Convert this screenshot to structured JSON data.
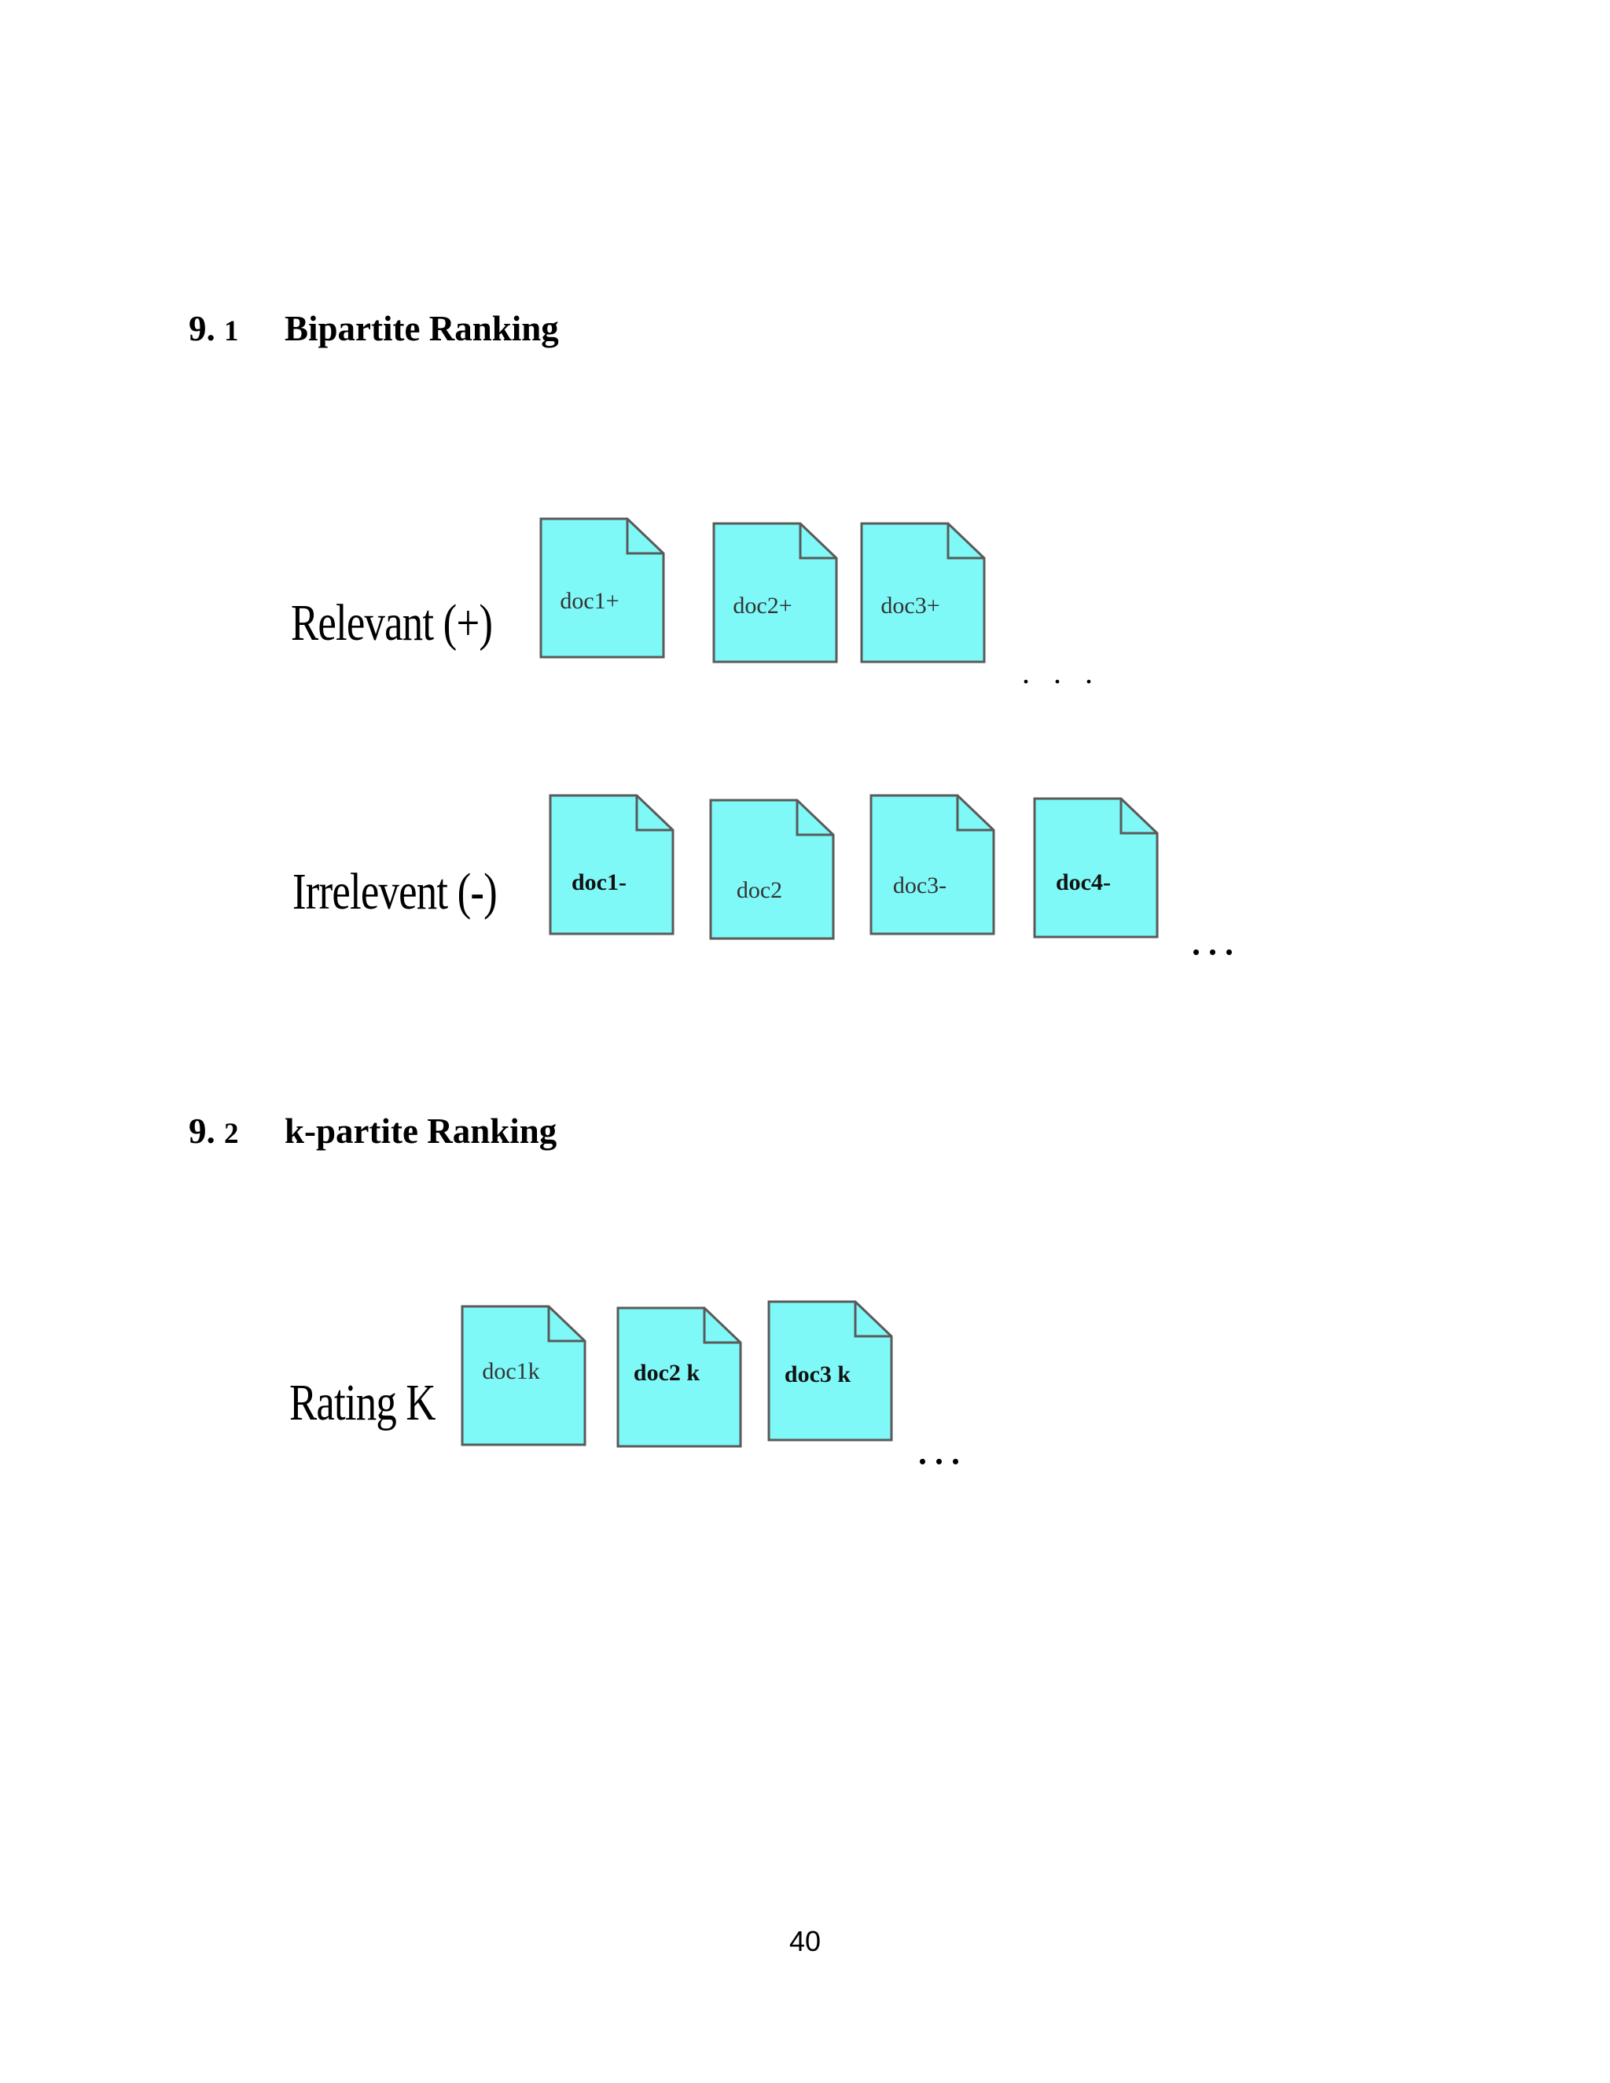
{
  "sections": [
    {
      "number": "9.",
      "number_minor": "1",
      "title": "Bipartite Ranking",
      "rows": [
        {
          "label": "Relevant (+)",
          "docs": [
            "doc1+",
            "doc2+",
            "doc3+"
          ],
          "ellipsis": ". . ."
        },
        {
          "label": "Irrelevent (-)",
          "docs": [
            "doc1-",
            "doc2",
            "doc3-",
            "doc4-"
          ],
          "ellipsis": "..."
        }
      ]
    },
    {
      "number": "9.",
      "number_minor": "2",
      "title": "k-partite Ranking",
      "rows": [
        {
          "label": "Rating K",
          "docs": [
            "doc1k",
            "doc2 k",
            "doc3 k"
          ],
          "ellipsis": "..."
        }
      ]
    }
  ],
  "page_number": "40",
  "colors": {
    "doc_fill": "#7ef9f7",
    "doc_stroke": "#5a5a5a"
  }
}
